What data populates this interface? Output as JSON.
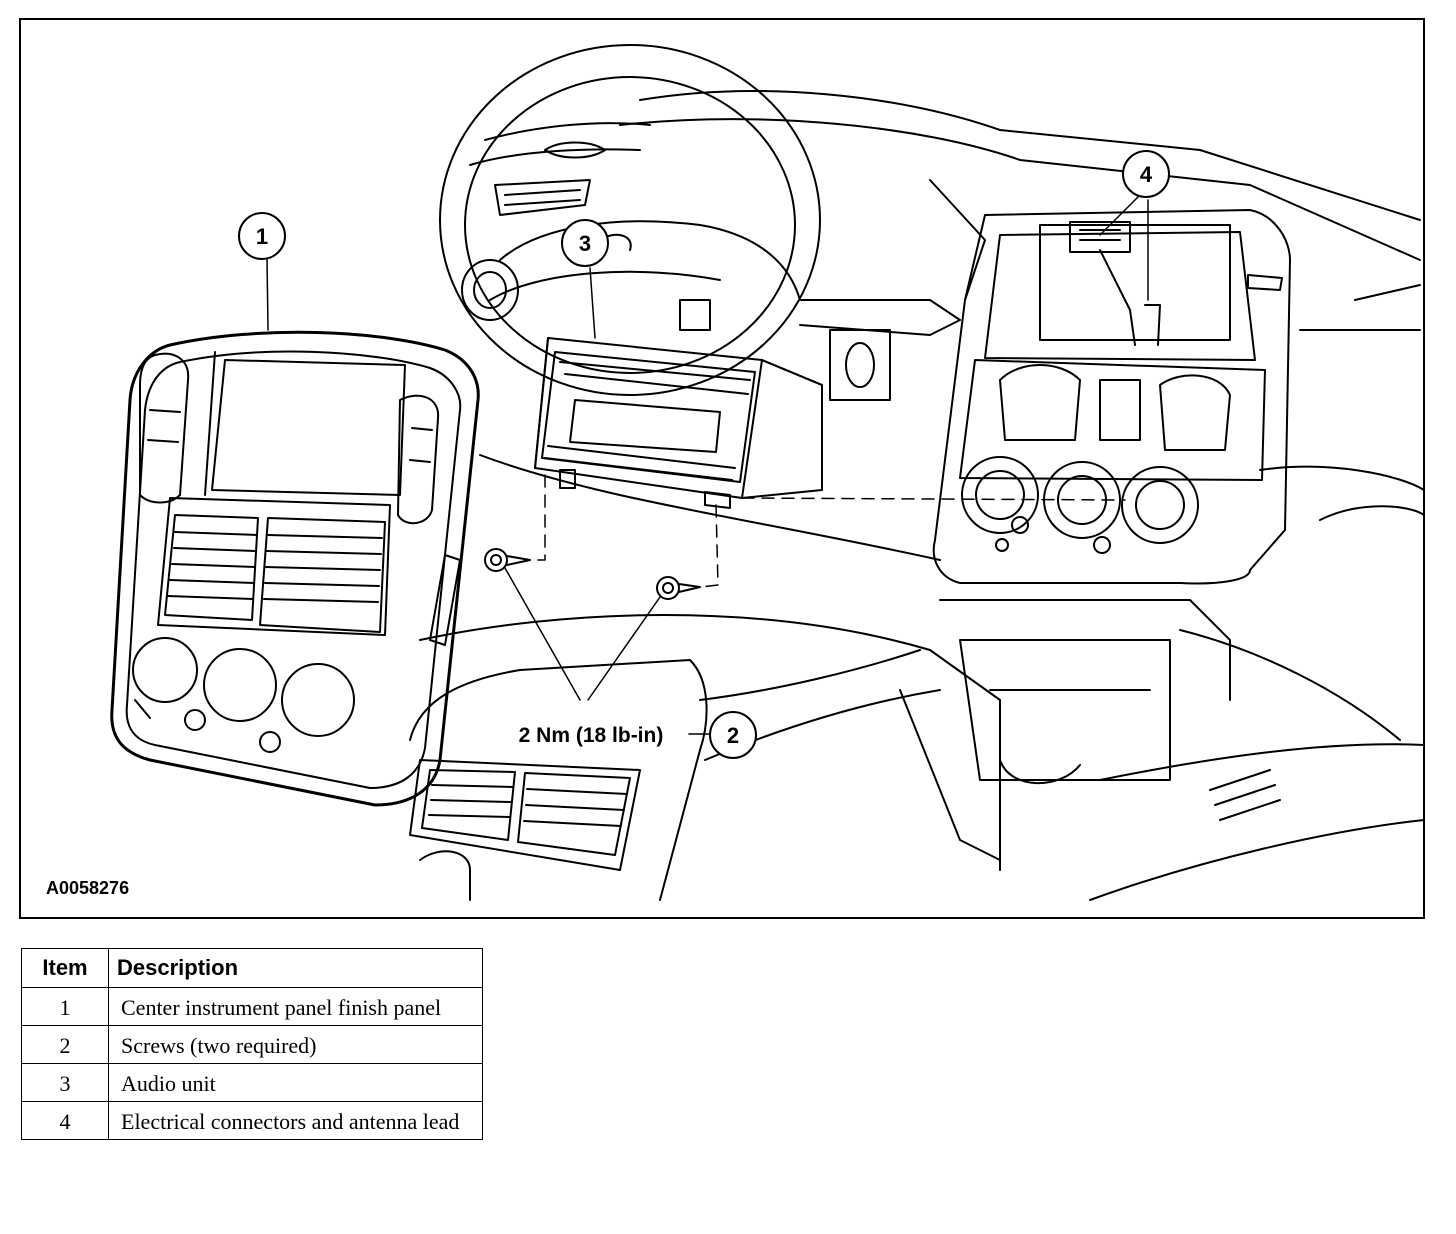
{
  "figure": {
    "figure_id": "A0058276",
    "callouts": [
      "1",
      "2",
      "3",
      "4"
    ],
    "torque_spec": "2 Nm (18 lb-in)"
  },
  "legend": {
    "headers": {
      "item": "Item",
      "description": "Description"
    },
    "rows": [
      {
        "item": "1",
        "description": "Center instrument panel finish panel"
      },
      {
        "item": "2",
        "description": "Screws (two required)"
      },
      {
        "item": "3",
        "description": "Audio unit"
      },
      {
        "item": "4",
        "description": "Electrical connectors and antenna lead"
      }
    ]
  }
}
